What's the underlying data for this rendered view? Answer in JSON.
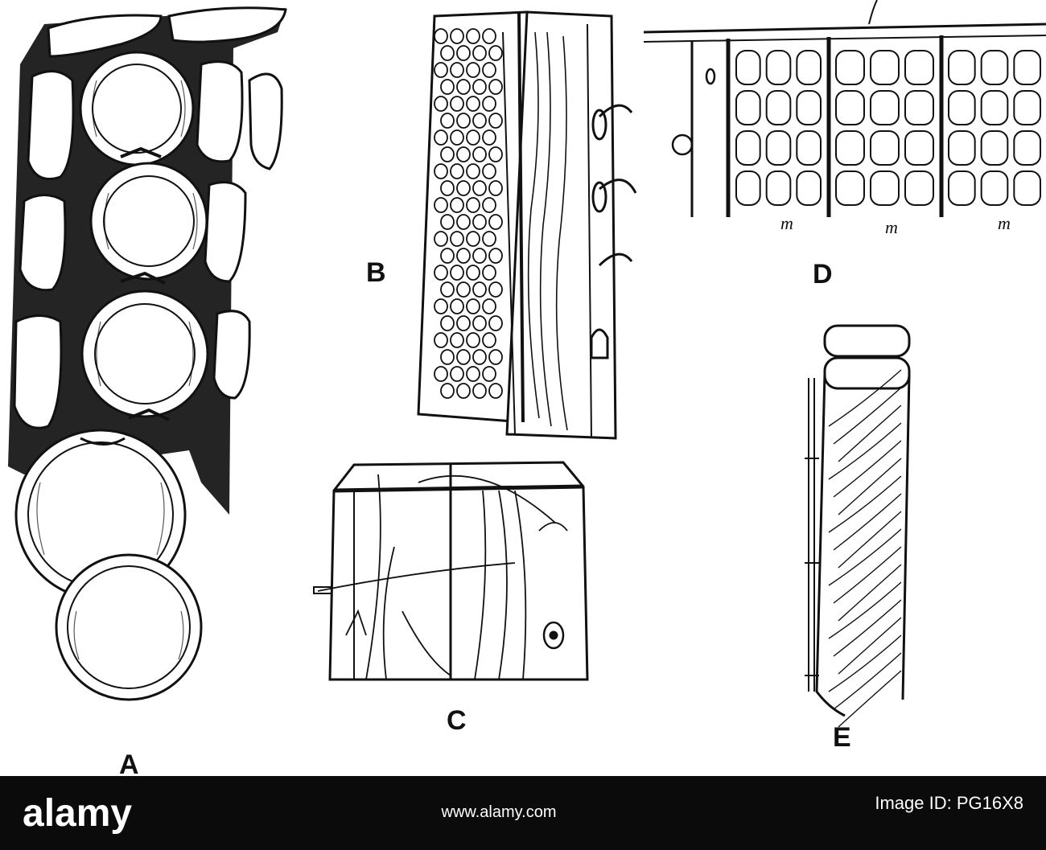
{
  "figure": {
    "panels": [
      {
        "id": "A",
        "label": "A"
      },
      {
        "id": "B",
        "label": "B"
      },
      {
        "id": "C",
        "label": "C"
      },
      {
        "id": "D",
        "label": "D",
        "sub_labels": [
          "m",
          "m",
          "m"
        ]
      },
      {
        "id": "E",
        "label": "E"
      }
    ]
  },
  "footer": {
    "logo_text": "alamy",
    "image_id_label": "Image ID: PG16X8",
    "website": "www.alamy.com"
  }
}
